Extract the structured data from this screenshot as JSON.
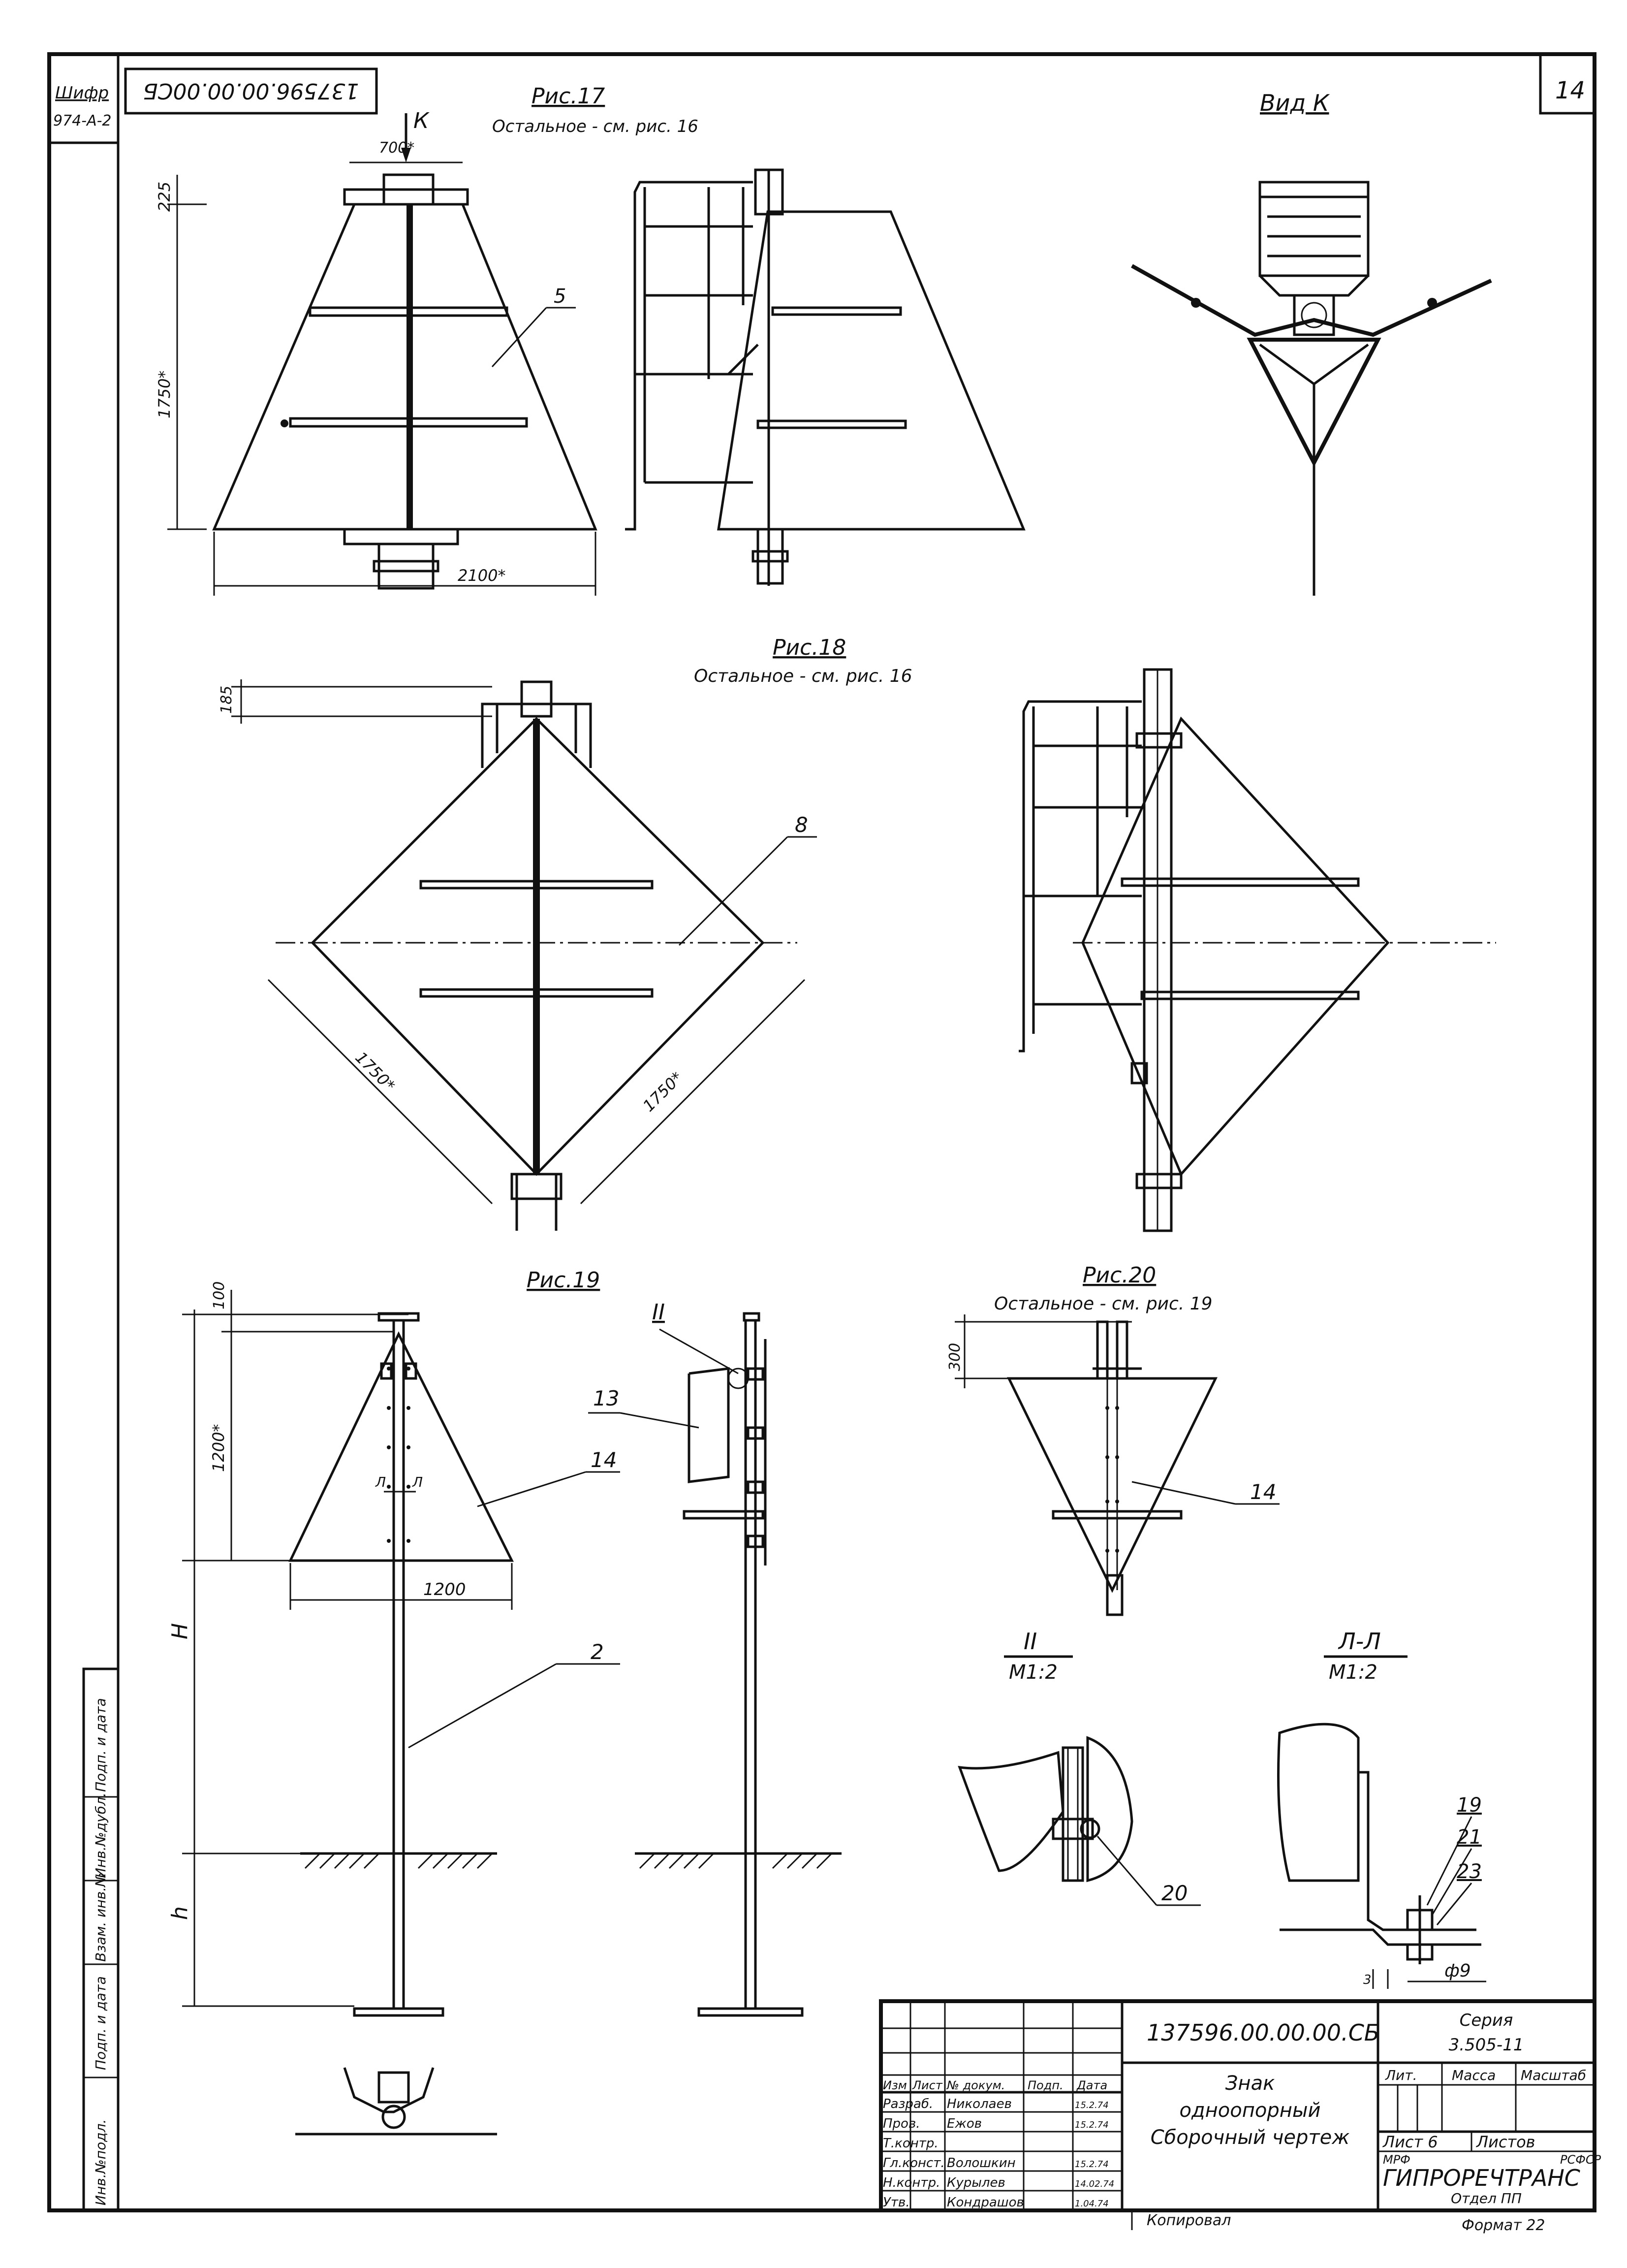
{
  "sheet": {
    "code_stamp": "Шифр",
    "code_stamp_value": "974-А-2",
    "designation_mirrored": "137596.00.00.00СБ",
    "sheet_number": "14",
    "copied_label": "Копировал",
    "format_label": "Формат 22"
  },
  "figures": {
    "fig17": {
      "title": "Рис.17",
      "note": "Остальное - см. рис. 16",
      "view_arrow": "К",
      "dims": {
        "top_width": "700*",
        "top_height": "225",
        "height": "1750*",
        "base_width": "2100*"
      },
      "callout": "5"
    },
    "view_k": {
      "title": "Вид К"
    },
    "fig18": {
      "title": "Рис.18",
      "note": "Остальное - см. рис. 16",
      "dims": {
        "offset": "185",
        "side_left": "1750*",
        "side_right": "1750*"
      },
      "callout": "8"
    },
    "fig19": {
      "title": "Рис.19",
      "dims": {
        "top": "100",
        "height": "1200*",
        "base_width": "1200",
        "H": "H",
        "h": "h"
      },
      "callouts": {
        "sign": "14",
        "post": "2",
        "box": "13",
        "section_mark": "II",
        "cut_left": "Л",
        "cut_right": "Л"
      }
    },
    "fig20": {
      "title": "Рис.20",
      "note": "Остальное - см. рис. 19",
      "dims": {
        "offset": "300"
      },
      "callout": "14"
    },
    "detail_ii": {
      "title": "II",
      "scale": "М1:2",
      "callout": "20"
    },
    "section_ll": {
      "title": "Л-Л",
      "scale": "М1:2",
      "callouts": [
        "19",
        "21",
        "23"
      ],
      "hole": "ф9",
      "dim_small": "3"
    }
  },
  "left_stamps": [
    "Инв.№подл.",
    "Подп. и дата",
    "Взам. инв.№",
    "Инв.№дубл.",
    "Подп. и дата"
  ],
  "title_block": {
    "designation": "137596.00.00.00.СБ",
    "series_label": "Серия",
    "series_value": "3.505-11",
    "name_line1": "Знак",
    "name_line2": "одноопорный",
    "name_line3": "Сборочный чертеж",
    "col_lit": "Лит.",
    "col_mass": "Масса",
    "col_scale": "Масштаб",
    "sheet_label": "Лист 6",
    "sheets_label": "Листов",
    "org_mrf": "МРФ",
    "org_rsfsr": "РСФСР",
    "org_name": "ГИПРОРЕЧТРАНС",
    "org_dept": "Отдел ПП",
    "header_cols": [
      "Изм",
      "Лист",
      "№ докум.",
      "Подп.",
      "Дата"
    ],
    "rows": [
      {
        "role": "Разраб.",
        "name": "Николаев",
        "date": "15.2.74"
      },
      {
        "role": "Пров.",
        "name": "Ежов",
        "date": "15.2.74"
      },
      {
        "role": "Т.контр.",
        "name": "",
        "date": ""
      },
      {
        "role": "Гл.конст.",
        "name": "Волошкин",
        "date": "15.2.74"
      },
      {
        "role": "Н.контр.",
        "name": "Курылев",
        "date": "14.02.74"
      },
      {
        "role": "Утв.",
        "name": "Кондрашов",
        "date": "1.04.74"
      }
    ]
  }
}
